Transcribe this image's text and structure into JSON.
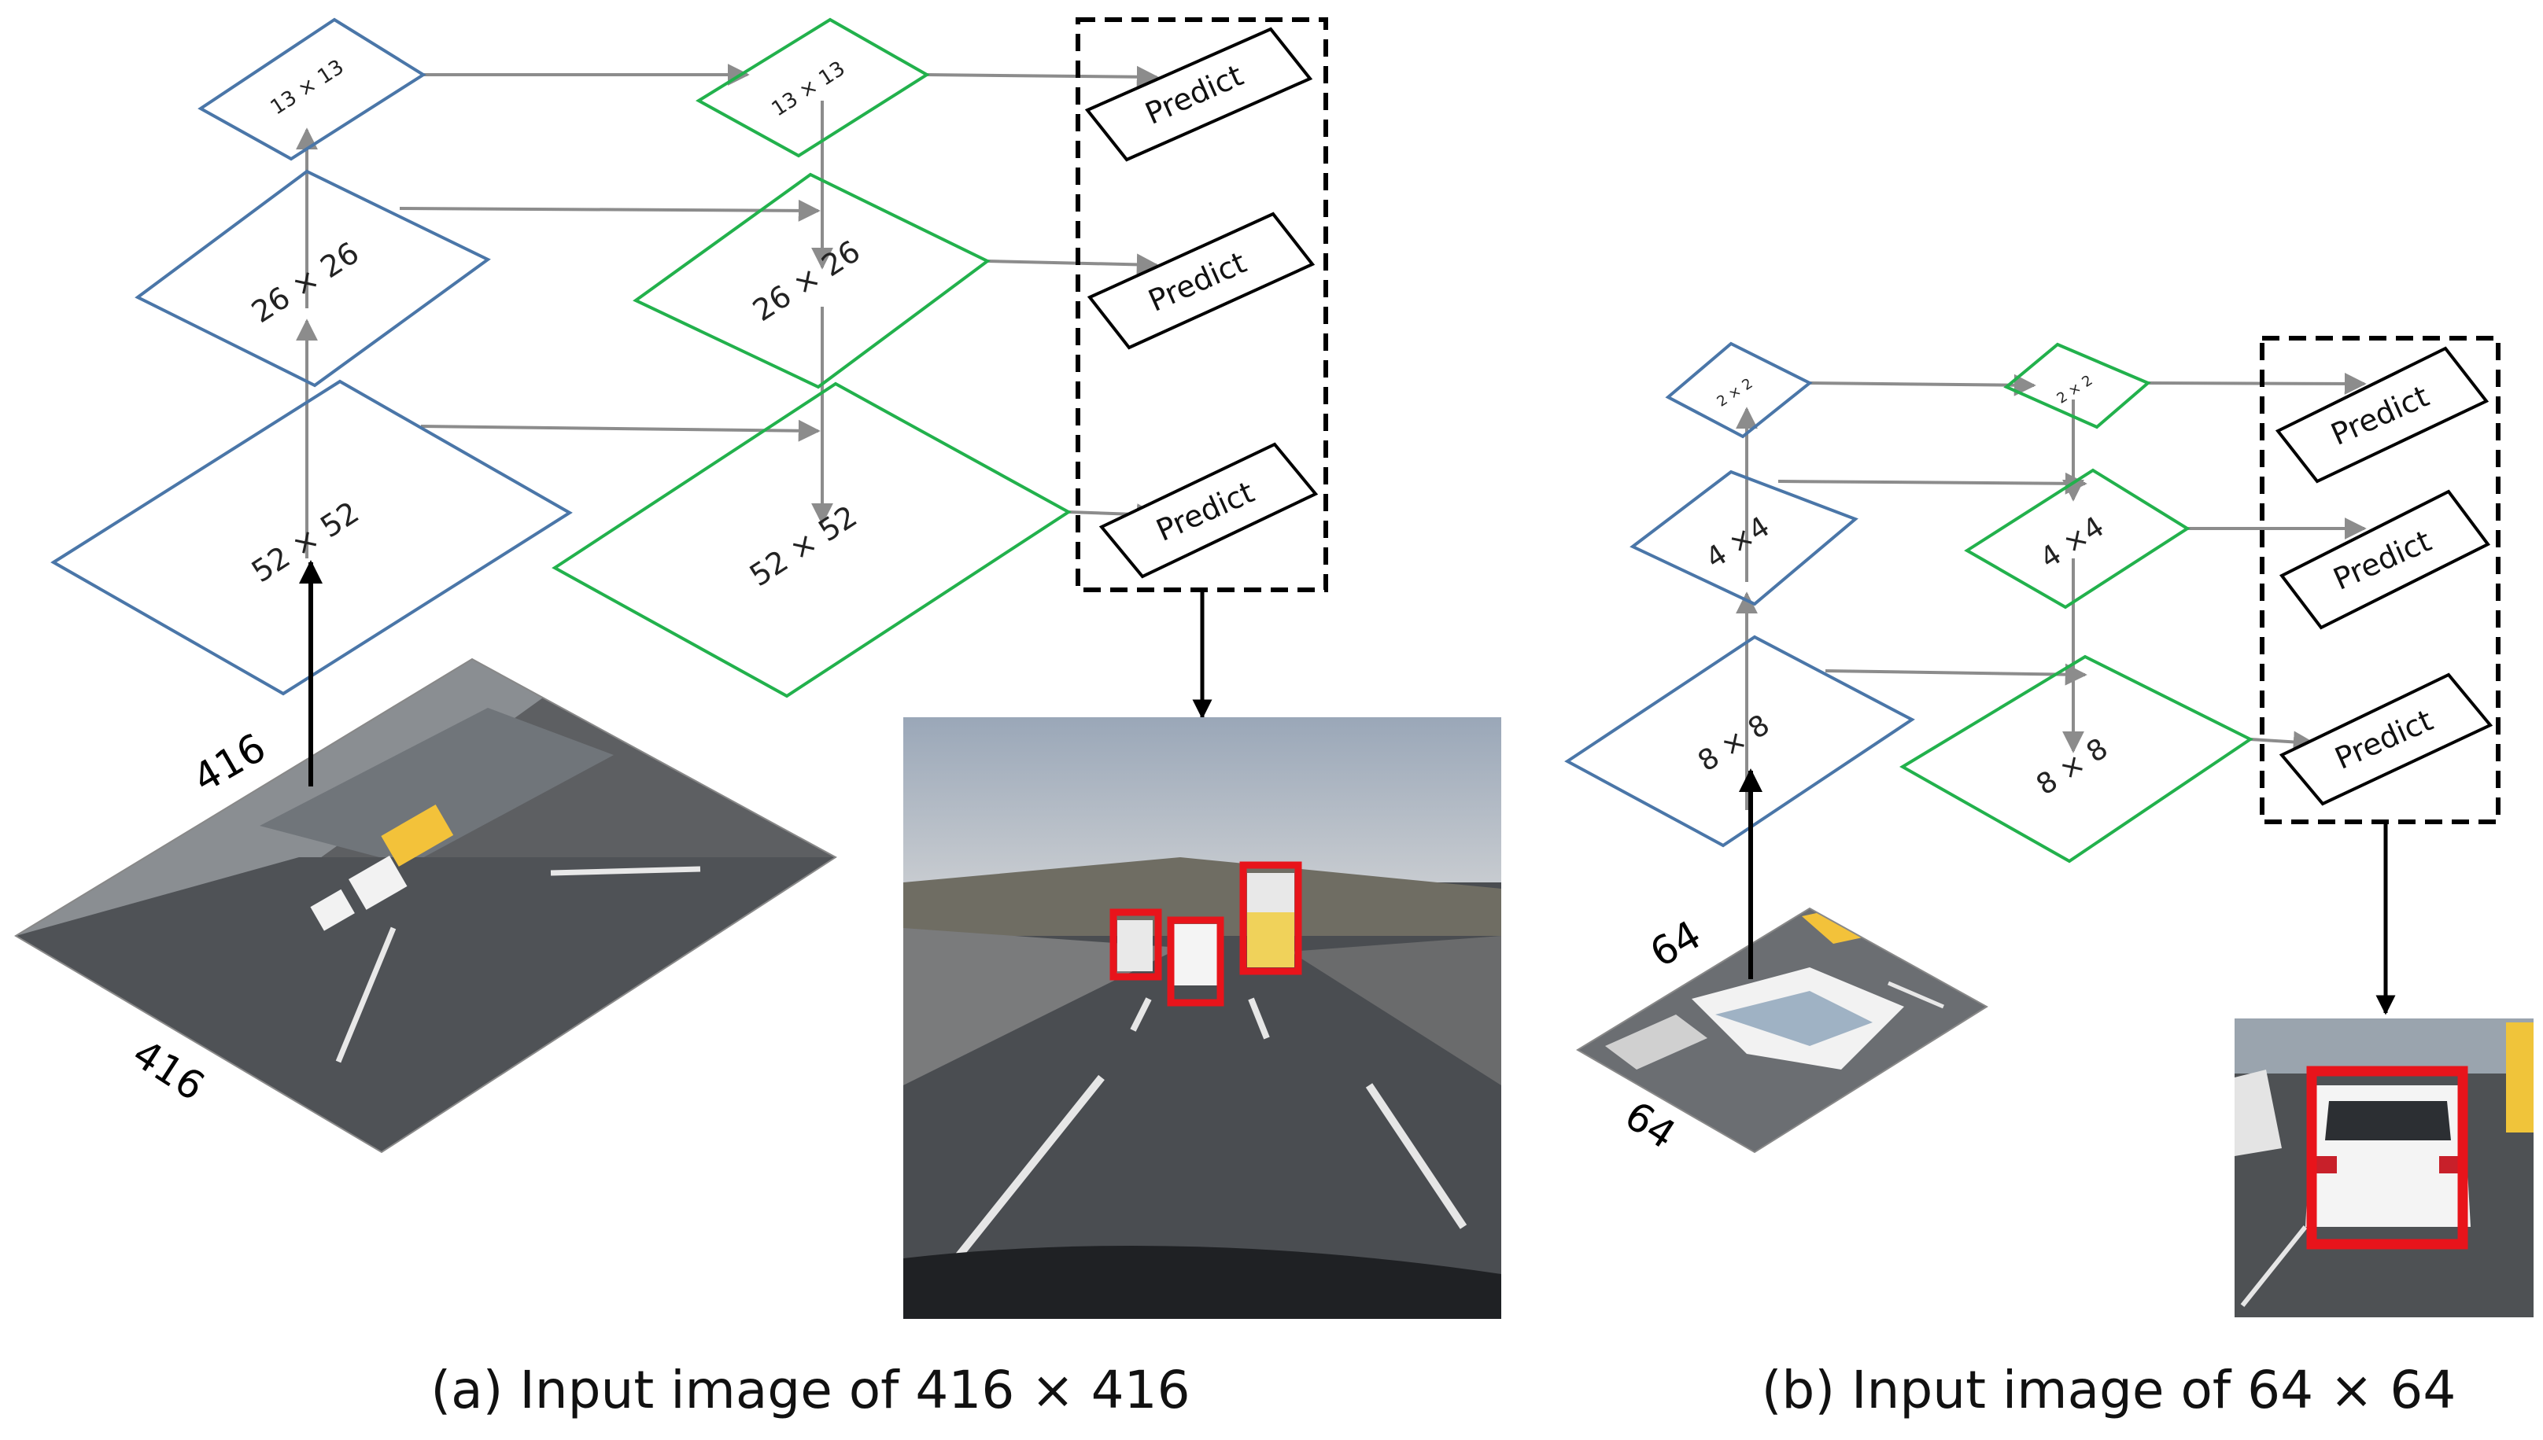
{
  "panel_a": {
    "caption": "(a) Input image of 416 × 416",
    "backbone_labels": [
      "13 × 13",
      "26 × 26",
      "52 × 52"
    ],
    "neck_labels": [
      "13 × 13",
      "26 × 26",
      "52 × 52"
    ],
    "predict_labels": [
      "Predict",
      "Predict",
      "Predict"
    ],
    "input_width": "416",
    "input_height": "416"
  },
  "panel_b": {
    "caption": "(b) Input image of 64 × 64",
    "backbone_labels": [
      "2 × 2",
      "4 ×4",
      "8 × 8"
    ],
    "neck_labels": [
      "2 × 2",
      "4 ×4",
      "8 × 8"
    ],
    "predict_labels": [
      "Predict",
      "Predict",
      "Predict"
    ],
    "input_width": "64",
    "input_height": "64"
  },
  "colors": {
    "backbone": "#4a76a8",
    "neck": "#22b14c",
    "arrow_gray": "#8c8c8c",
    "detection_box": "#e8141b"
  }
}
